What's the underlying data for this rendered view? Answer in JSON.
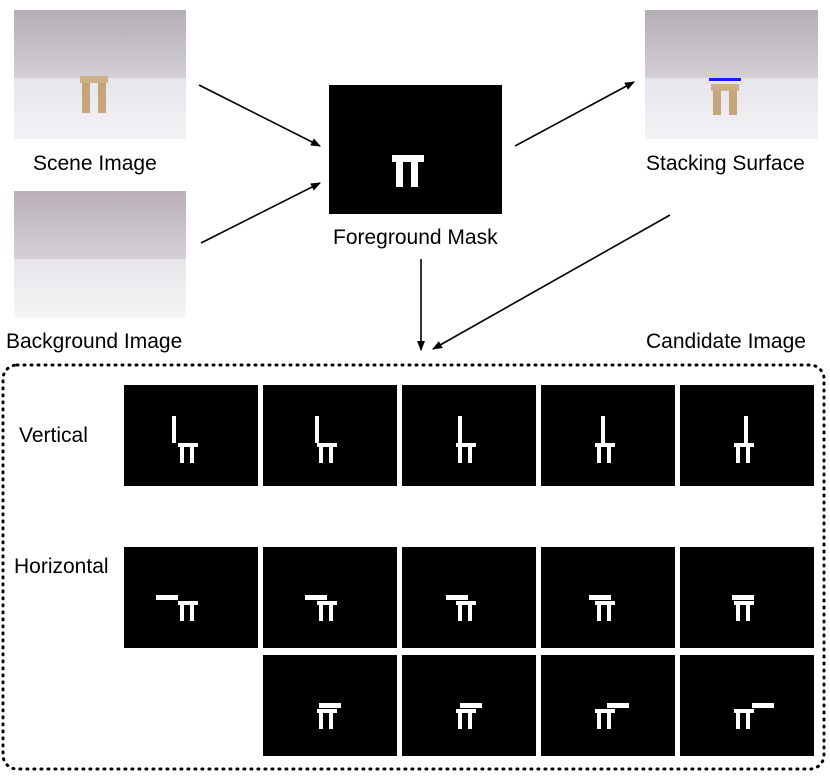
{
  "labels": {
    "scene": "Scene Image",
    "background": "Background Image",
    "mask": "Foreground Mask",
    "stacking": "Stacking Surface",
    "candidate": "Candidate Image",
    "vertical": "Vertical",
    "horizontal": "Horizontal"
  },
  "colors": {
    "mask_bg": "#000000",
    "mask_fg": "#ffffff",
    "surface_line": "#1a1aff",
    "wall": "#c9c4cb",
    "table": "#e9e8ec",
    "wood": "#c9ac80"
  },
  "candidates": {
    "vertical_count": 5,
    "horizontal_row1_count": 5,
    "horizontal_row2_count": 4
  }
}
